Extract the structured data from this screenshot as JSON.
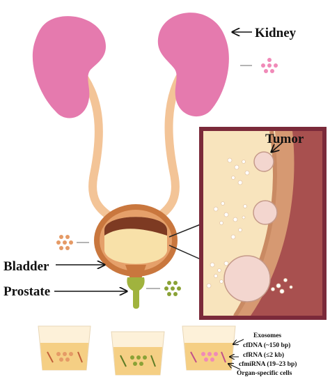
{
  "labels": {
    "kidney": "Kidney",
    "tumor": "Tumor",
    "bladder": "Bladder",
    "prostate": "Prostate"
  },
  "legend": {
    "exosomes": "Exosomes",
    "cfdna": "cfDNA (~150 bp)",
    "cfrna": "cfRNA (≤2 kb)",
    "cfmirna": "cfmiRNA (19–23 bp)",
    "organ_cells": "Organ-specific cells"
  },
  "colors": {
    "kidney": "#e57aae",
    "ureter": "#f3c497",
    "bladder_wall": "#c9773e",
    "urine": "#f8e1a9",
    "prostate": "#a0b33e",
    "tumor_frame": "#7b2a3a",
    "kidney_dots": "#f08ab8",
    "bladder_dots": "#e59a66",
    "prostate_dots": "#8aa236"
  },
  "icons": [
    "kidney-icon",
    "bladder-icon",
    "prostate-icon",
    "tumor-icon",
    "urine-cup-icon"
  ]
}
